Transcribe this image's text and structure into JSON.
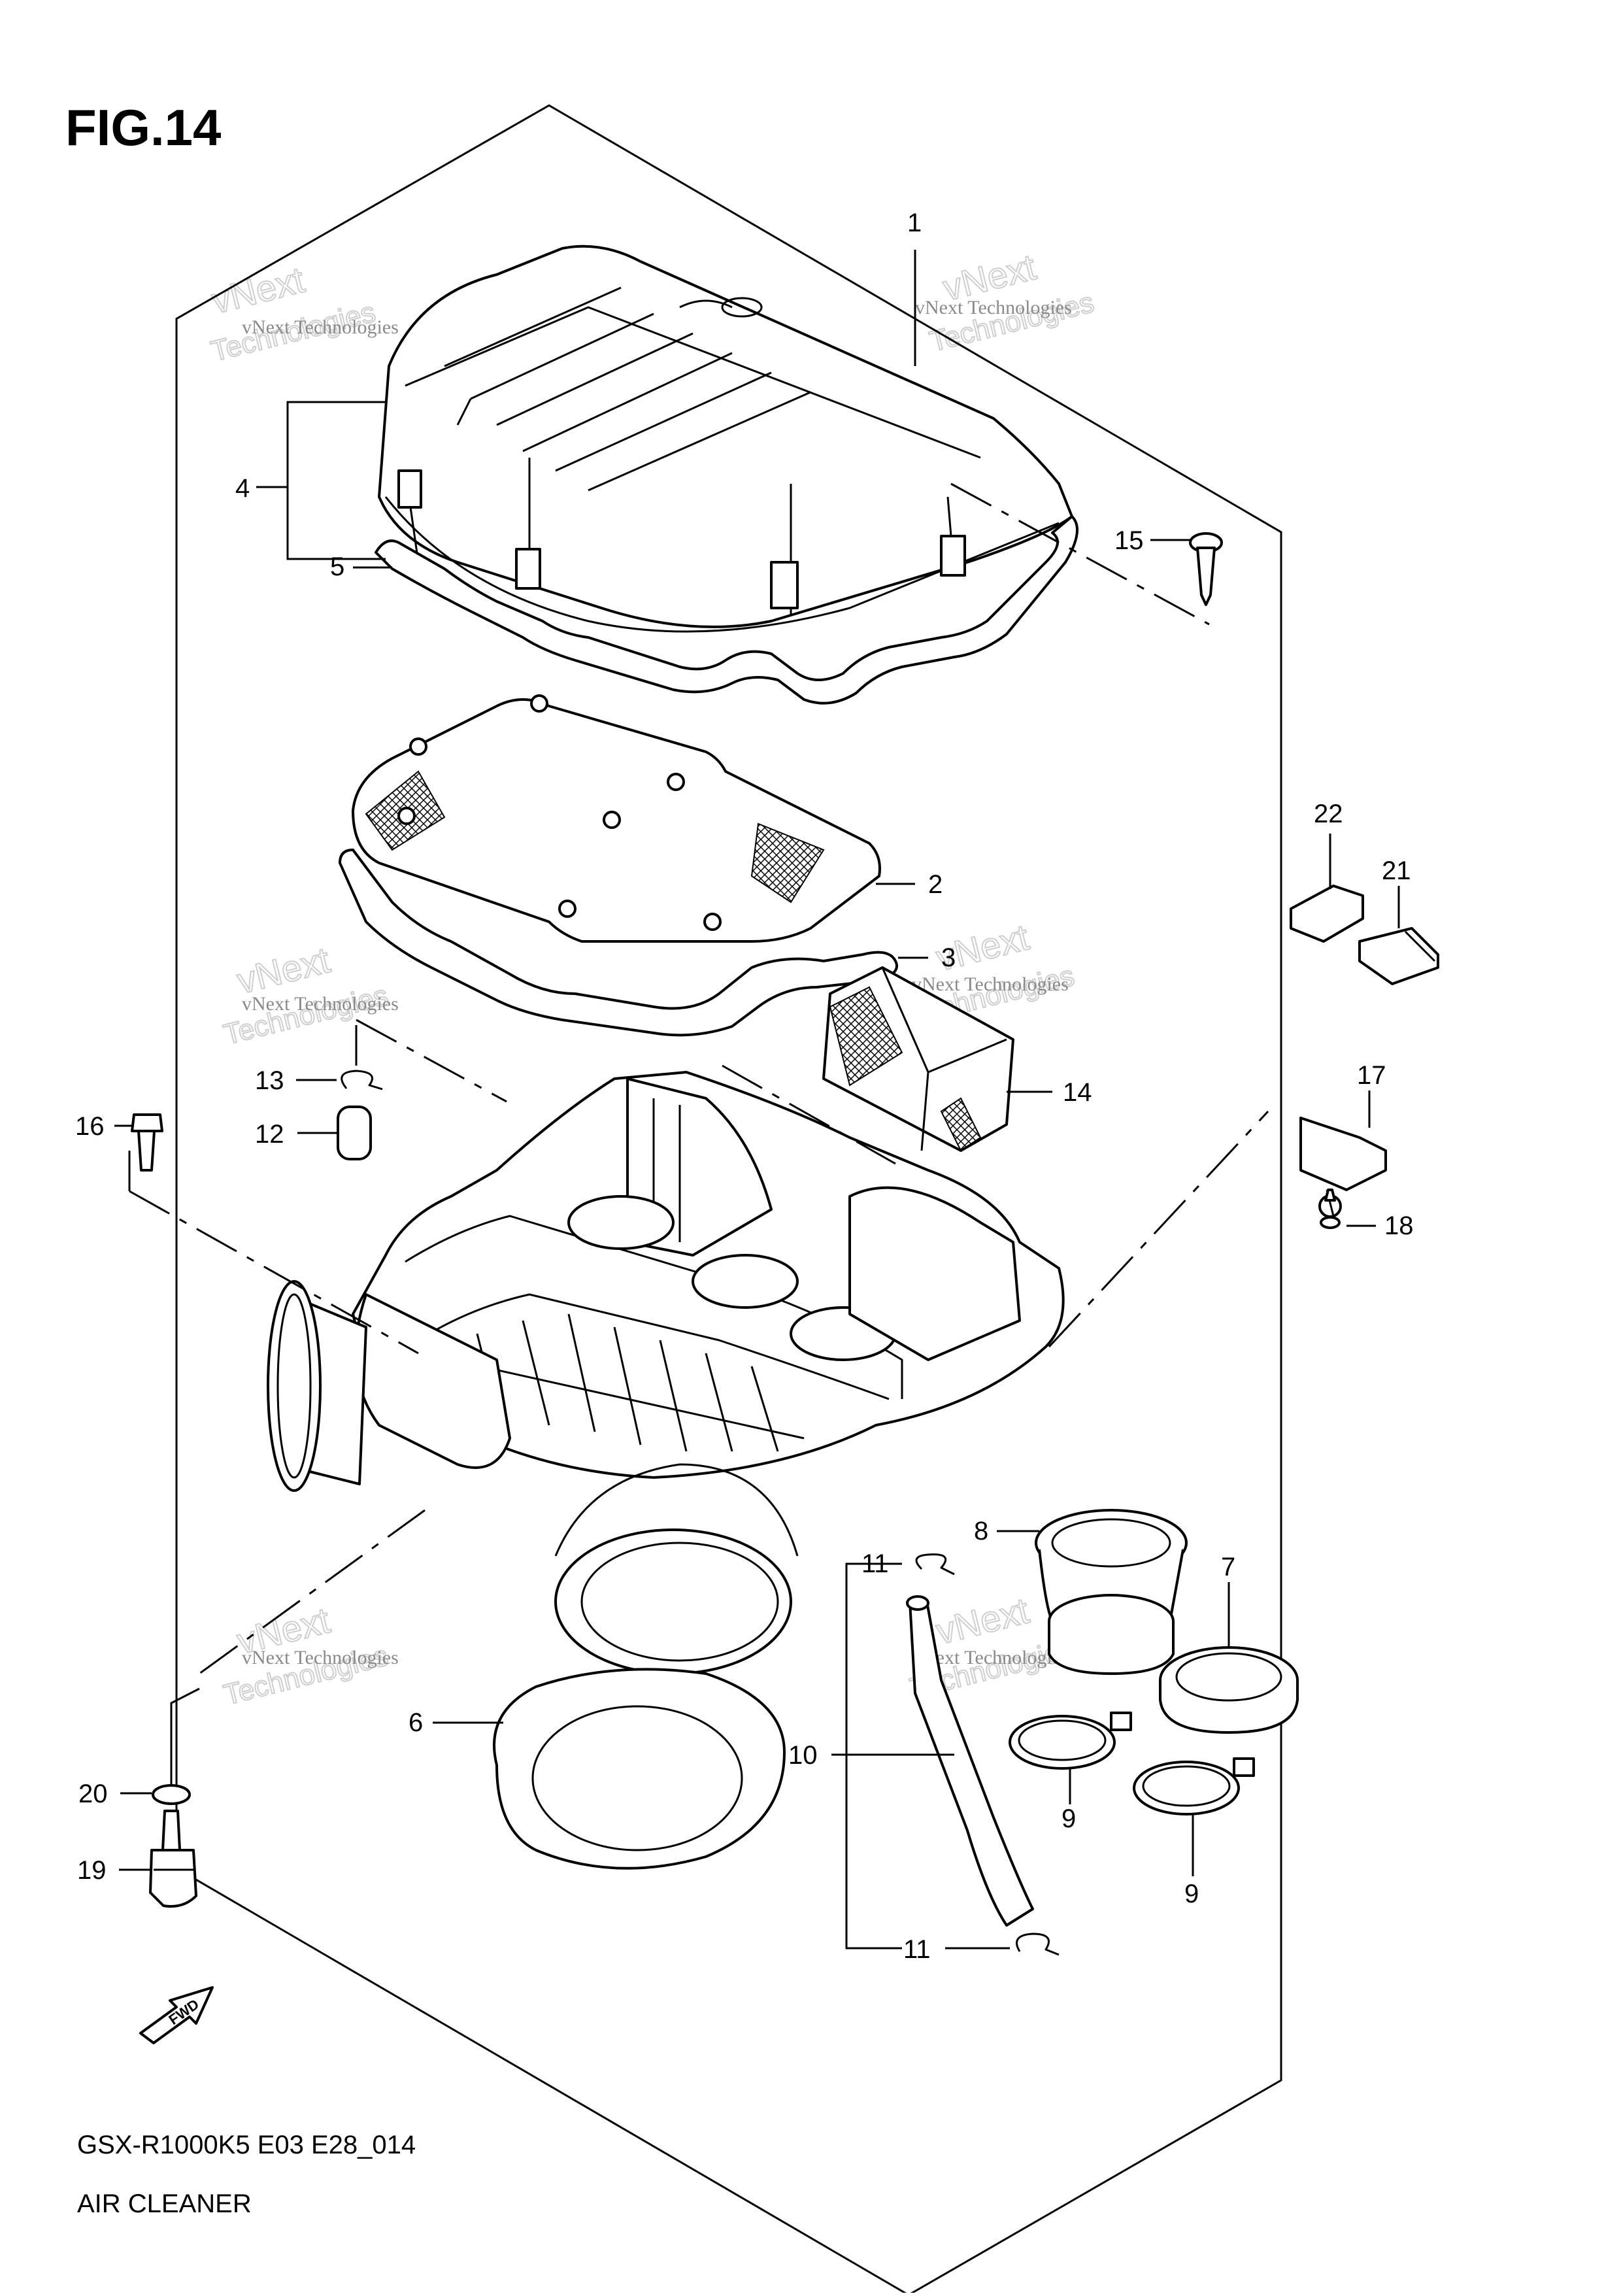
{
  "figure": {
    "title": "FIG.14",
    "model_code": "GSX-R1000K5 E03 E28_014",
    "subtitle": "AIR CLEANER",
    "fwd_label": "FWD"
  },
  "watermark": {
    "line1": "vNext Technologies",
    "line2": "vNext",
    "line3": "Technologies"
  },
  "callouts": [
    "1",
    "2",
    "3",
    "4",
    "5",
    "6",
    "7",
    "8",
    "9",
    "9",
    "10",
    "11",
    "11",
    "12",
    "13",
    "14",
    "15",
    "16",
    "17",
    "18",
    "19",
    "20",
    "21",
    "22"
  ]
}
